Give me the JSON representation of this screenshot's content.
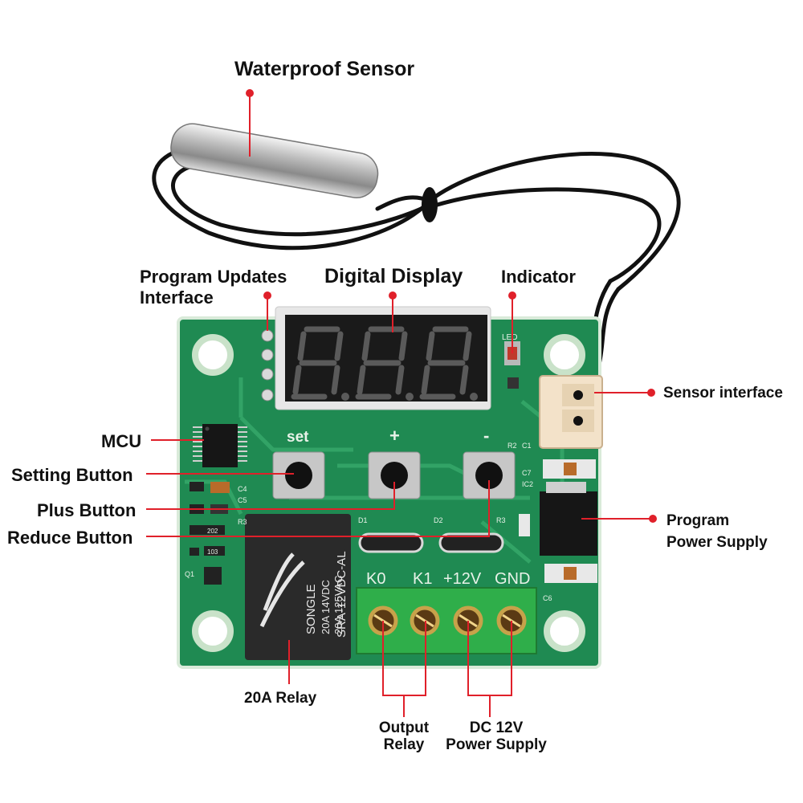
{
  "labels": {
    "waterproof_sensor": "Waterproof Sensor",
    "program_updates": [
      "Program Updates",
      "Interface"
    ],
    "digital_display": "Digital Display",
    "indicator": "Indicator",
    "sensor_interface": "Sensor interface",
    "mcu": "MCU",
    "setting_button": "Setting Button",
    "plus_button": "Plus Button",
    "reduce_button": "Reduce Button",
    "program_power_supply": [
      "Program",
      "Power Supply"
    ],
    "relay_20a": "20A Relay",
    "output_relay": [
      "Output",
      "Relay"
    ],
    "dc_power": [
      "DC 12V",
      "Power Supply"
    ]
  },
  "board": {
    "button_labels": [
      "set",
      "+",
      "-"
    ],
    "terminal_labels": [
      "K0",
      "K1",
      "+12V",
      "GND"
    ],
    "led_label": "LED",
    "component_labels": [
      "R2",
      "C1",
      "C7",
      "IC2",
      "C4",
      "C5",
      "R3",
      "D1",
      "D2",
      "R3",
      "Q1",
      "C6",
      "202",
      "103"
    ],
    "relay_text": [
      "SONGLE",
      "20A 14VDC",
      "20A 125VAC",
      "SRA-12VDC-AL"
    ],
    "display_digits": "8.8.8."
  },
  "colors": {
    "pcb": "#1f8a52",
    "pointer": "#e0202a",
    "terminal": "#2fae4a",
    "relay": "#2a2a2a"
  }
}
